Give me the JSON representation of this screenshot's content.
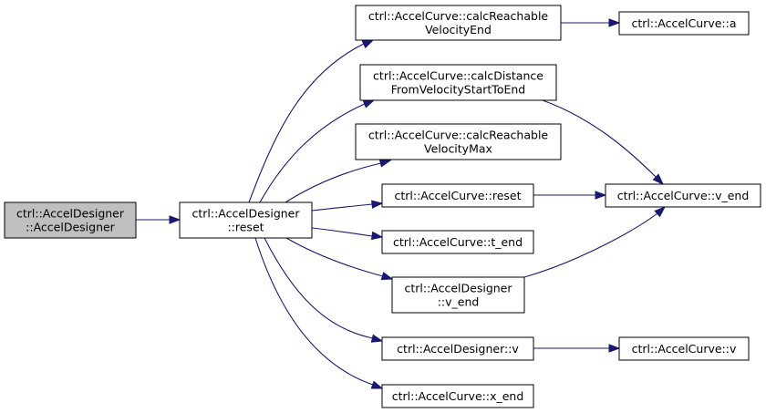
{
  "graph": {
    "colors": {
      "node_fill": "#ffffff",
      "root_fill": "#bfbfbf",
      "node_border": "#000000",
      "edge": "#191970"
    },
    "nodes": {
      "root": [
        "ctrl::AccelDesigner",
        "::AccelDesigner"
      ],
      "reset_designer": [
        "ctrl::AccelDesigner",
        "::reset"
      ],
      "calc_reachable_velocity_end": [
        "ctrl::AccelCurve::calcReachable",
        "VelocityEnd"
      ],
      "calc_distance": [
        "ctrl::AccelCurve::calcDistance",
        "FromVelocityStartToEnd"
      ],
      "calc_reachable_velocity_max": [
        "ctrl::AccelCurve::calcReachable",
        "VelocityMax"
      ],
      "curve_reset": [
        "ctrl::AccelCurve::reset"
      ],
      "curve_t_end": [
        "ctrl::AccelCurve::t_end"
      ],
      "designer_v_end": [
        "ctrl::AccelDesigner",
        "::v_end"
      ],
      "designer_v": [
        "ctrl::AccelDesigner::v"
      ],
      "curve_x_end": [
        "ctrl::AccelCurve::x_end"
      ],
      "curve_a": [
        "ctrl::AccelCurve::a"
      ],
      "curve_v_end": [
        "ctrl::AccelCurve::v_end"
      ],
      "curve_v": [
        "ctrl::AccelCurve::v"
      ]
    }
  }
}
